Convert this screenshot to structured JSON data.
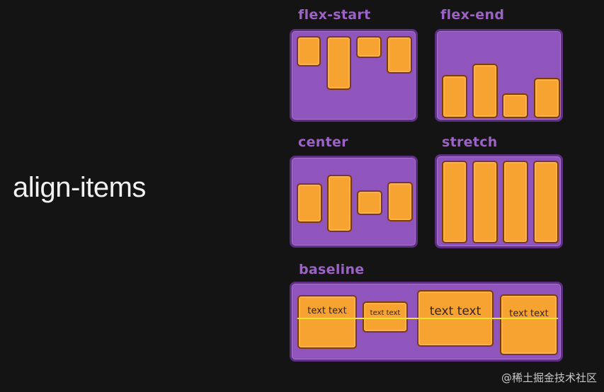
{
  "title": "align-items",
  "colors": {
    "background": "#141414",
    "container": "#8f55bd",
    "item": "#f6a331",
    "label": "#9b63c4",
    "baseline": "#f2e231"
  },
  "panels": {
    "flex_start": {
      "label": "flex-start"
    },
    "flex_end": {
      "label": "flex-end"
    },
    "center": {
      "label": "center"
    },
    "stretch": {
      "label": "stretch"
    },
    "baseline": {
      "label": "baseline",
      "items": [
        "text text",
        "text text",
        "text text",
        "text text"
      ]
    }
  },
  "watermark": "@稀土掘金技术社区"
}
